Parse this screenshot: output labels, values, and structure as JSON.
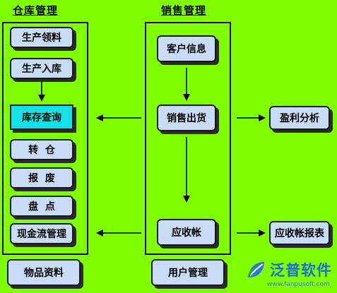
{
  "diagram": {
    "left_section": {
      "title": "仓库管理",
      "nodes": [
        "生产领料",
        "生产入库",
        "库存查询",
        "转  仓",
        "报  废",
        "盘  点",
        "现金流管理"
      ]
    },
    "middle_section": {
      "title": "销售管理",
      "nodes": [
        "客户信息",
        "销售出货",
        "应收帐"
      ]
    },
    "right_nodes": [
      "盈利分析",
      "应收帐报表"
    ],
    "bottom_nodes": [
      "物品资料",
      "用户管理"
    ],
    "highlight_color": "#15e0e6",
    "box_color": "#c8dcf5",
    "background_color": "#80ff00"
  },
  "logo": {
    "icon": "fanpu-leaf-icon",
    "brand": "泛普软件",
    "url": "www.fanpusoft.com"
  }
}
